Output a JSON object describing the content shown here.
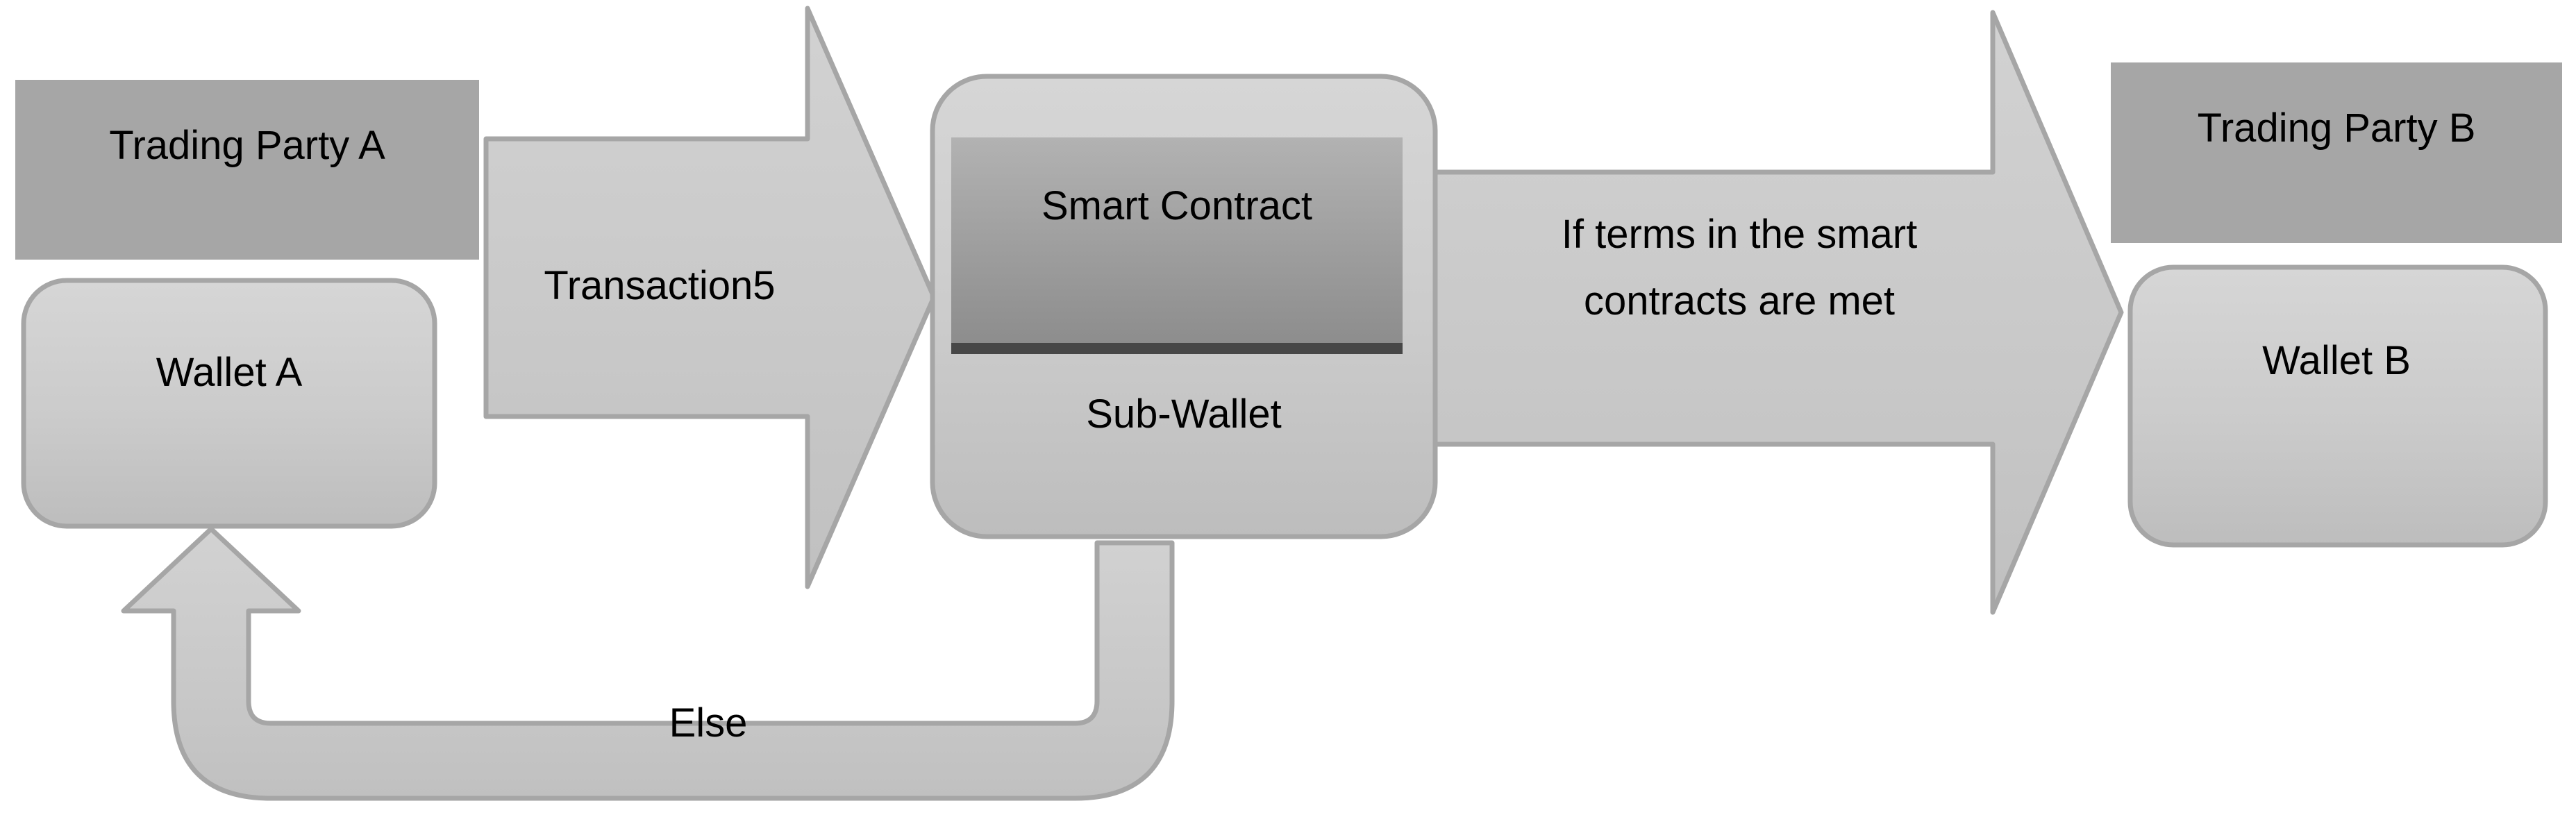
{
  "diagram": {
    "title": "Smart contract transaction flow between two trading parties",
    "background_color": "#ffffff",
    "palette": {
      "party_fill": "#a6a6a6",
      "wallet_fill_top": "#d4d4d4",
      "wallet_fill_bottom": "#bfbfbf",
      "wallet_stroke": "#a6a6a6",
      "arrow_fill_top": "#d0d0d0",
      "arrow_fill_bottom": "#c4c4c4",
      "arrow_stroke": "#a6a6a6",
      "contract_fill_top": "#b0b0b0",
      "contract_fill_bottom": "#8e8e8e",
      "contract_underline": "#474747",
      "text_color": "#000000"
    }
  },
  "nodes": {
    "trading_party_a": {
      "label": "Trading Party A",
      "shape": "rectangle",
      "fill": "#a6a6a6"
    },
    "wallet_a": {
      "label": "Wallet A",
      "shape": "rounded-rectangle",
      "fill": "#cccccc"
    },
    "sub_wallet": {
      "label": "Sub-Wallet",
      "shape": "rounded-rectangle",
      "fill": "#cccccc"
    },
    "smart_contract": {
      "label": "Smart Contract",
      "shape": "rectangle",
      "fill": "#9e9e9e"
    },
    "trading_party_b": {
      "label": "Trading Party B",
      "shape": "rectangle",
      "fill": "#a6a6a6"
    },
    "wallet_b": {
      "label": "Wallet B",
      "shape": "rounded-rectangle",
      "fill": "#cccccc"
    }
  },
  "edges": {
    "transaction_arrow": {
      "label": "Transaction5",
      "from": "wallet_a",
      "to": "sub_wallet",
      "direction": "right",
      "shape": "block-arrow"
    },
    "terms_met_arrow": {
      "label": "If terms in the smart\ncontracts are met",
      "line1": "If terms in the smart",
      "line2": "contracts are met",
      "from": "sub_wallet",
      "to": "wallet_b",
      "direction": "right",
      "shape": "block-arrow"
    },
    "else_arrow": {
      "label": "Else",
      "from": "sub_wallet",
      "to": "wallet_a",
      "direction": "u-turn-left-up",
      "shape": "block-arrow"
    }
  }
}
